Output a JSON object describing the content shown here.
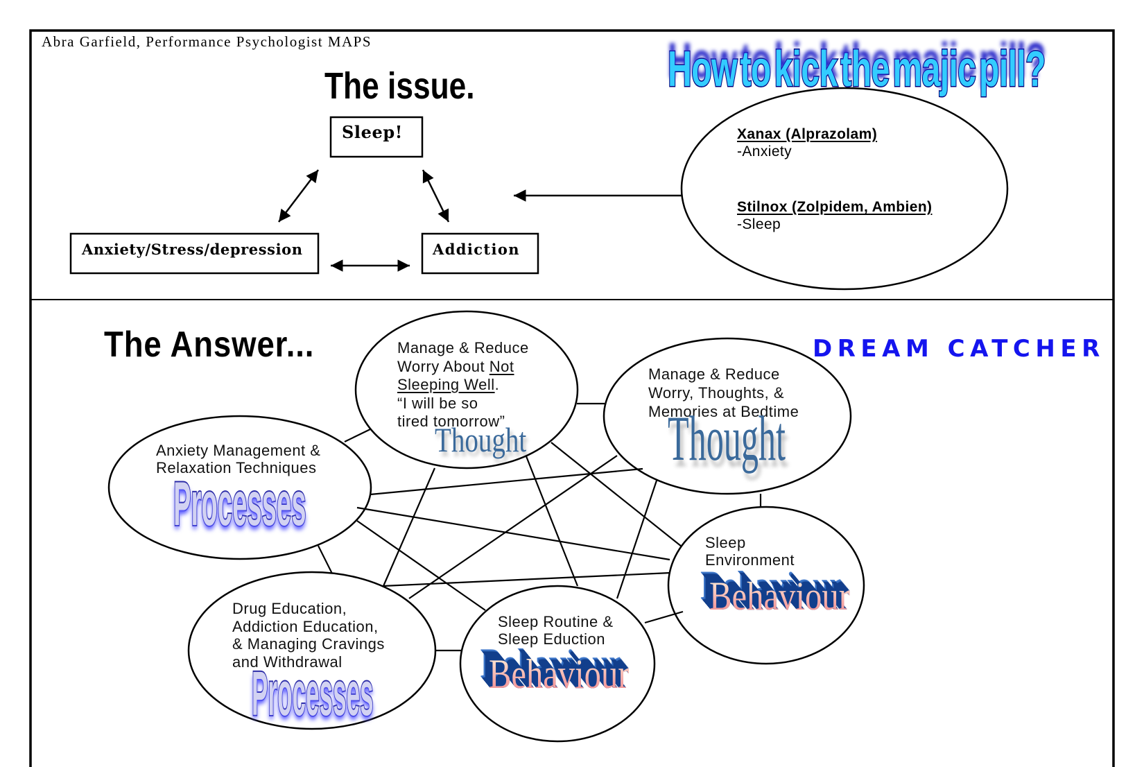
{
  "document": {
    "author_line": "Abra Garfield, Performance Psychologist MAPS"
  },
  "issue": {
    "title": "The issue.",
    "headline": "How to kick the majic pill?",
    "boxes": {
      "sleep": "Sleep!",
      "anxiety": "Anxiety/Stress/depression",
      "addiction": "Addiction"
    },
    "medications": [
      {
        "name": "Xanax (Alprazolam)",
        "purpose": "-Anxiety"
      },
      {
        "name": "Stilnox (Zolpidem, Ambien)",
        "purpose": "-Sleep"
      }
    ]
  },
  "answer": {
    "title": "The Answer...",
    "brand": "DREAM CATCHER",
    "nodes": {
      "worry_not_sleeping": {
        "text": [
          [
            "Manage & Reduce"
          ],
          [
            "Worry About ",
            "Not"
          ],
          [
            "Sleeping Well",
            "."
          ],
          [
            "“I will be so"
          ],
          [
            "tired tomorrow”"
          ]
        ],
        "category": "Thought"
      },
      "worry_bedtime": {
        "text": [
          "Manage & Reduce",
          "Worry, Thoughts, &",
          "Memories at Bedtime"
        ],
        "category": "Thought"
      },
      "anxiety_management": {
        "text": [
          "Anxiety Management &",
          "Relaxation Techniques"
        ],
        "category": "Processes"
      },
      "sleep_environment": {
        "text": [
          "Sleep",
          "Environment"
        ],
        "category": "Behaviour"
      },
      "drug_education": {
        "text": [
          "Drug Education,",
          "Addiction Education,",
          "& Managing Cravings",
          "and Withdrawal"
        ],
        "category": "Processes"
      },
      "sleep_routine": {
        "text": [
          "Sleep Routine &",
          "Sleep Eduction"
        ],
        "category": "Behaviour"
      }
    }
  },
  "colors": {
    "headline_fill": "#33ccff",
    "headline_outline": "#00007a",
    "headline_glow": "#2424c8",
    "brand_text": "#1414ee",
    "thought_text": "#3b6a9b",
    "processes_fill": "#d2d2f2",
    "processes_outline": "#2b2ba6",
    "processes_glow": "#5a5aff",
    "behaviour_face": "#f4a3a3",
    "behaviour_extrusion": "#123f8c"
  }
}
